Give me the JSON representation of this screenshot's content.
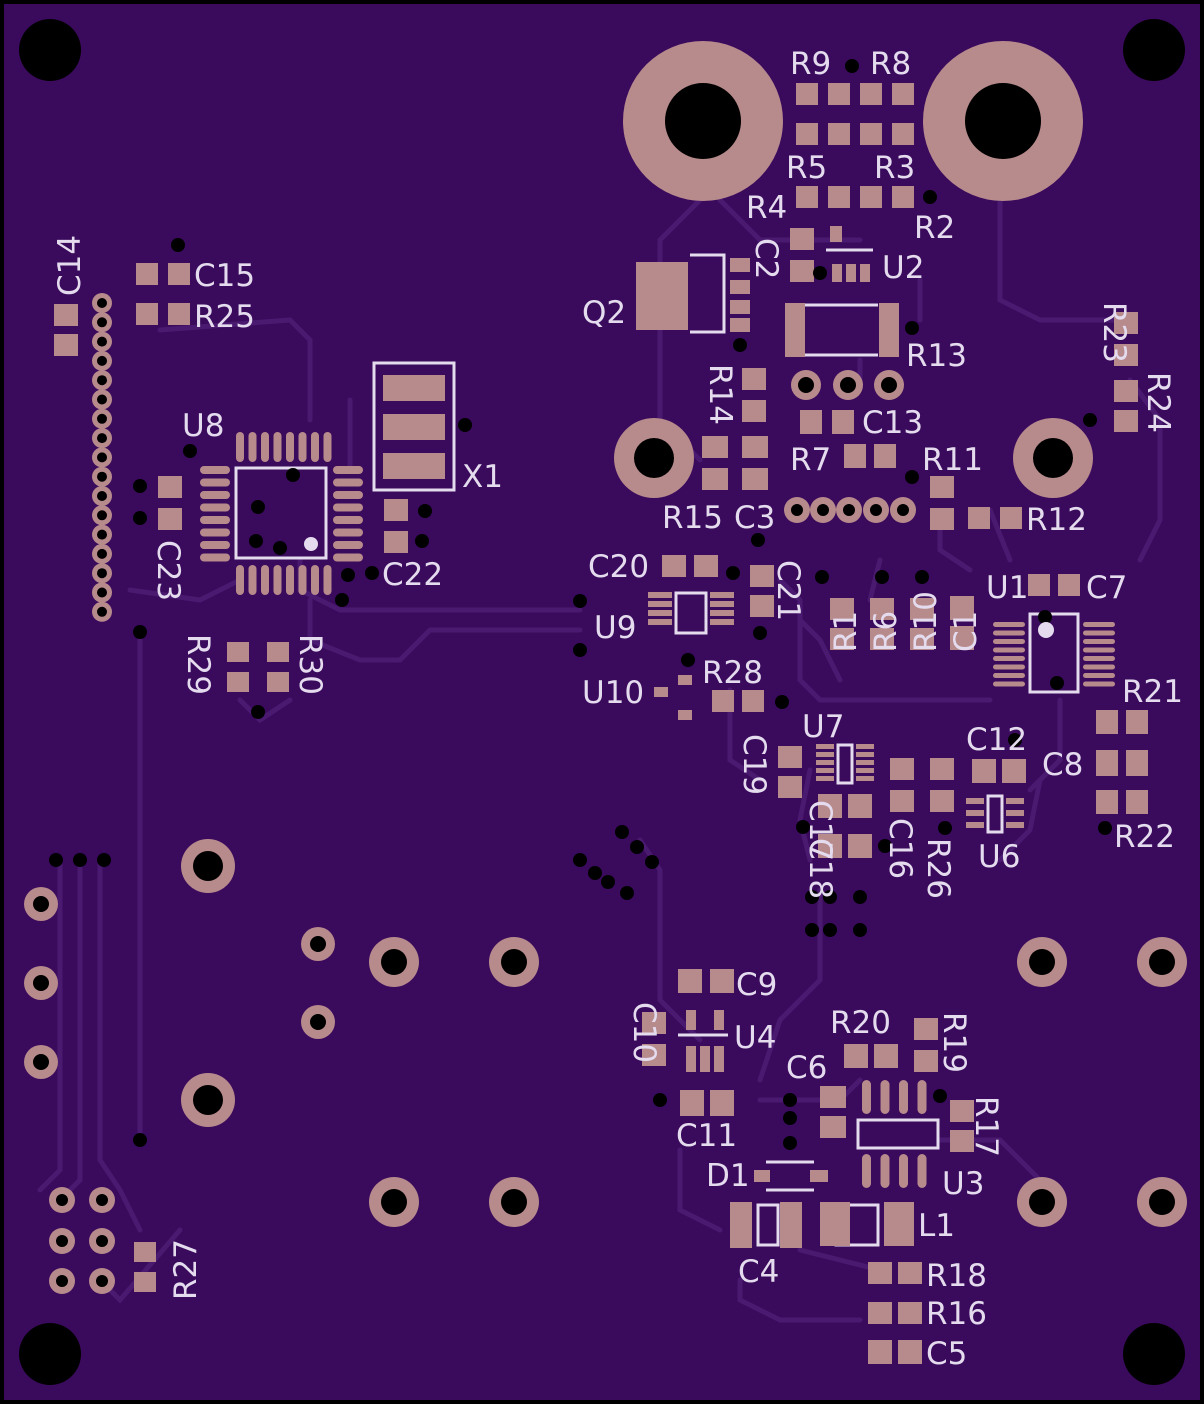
{
  "colors": {
    "board": "#3a0a5c",
    "trace": "#4a1a70",
    "pad": "#b78a8c",
    "silk": "#e4dcee",
    "hole": "#000000"
  },
  "labels": {
    "C14": "C14",
    "C15": "C15",
    "R25": "R25",
    "U8": "U8",
    "X1": "X1",
    "C23": "C23",
    "C22": "C22",
    "R29": "R29",
    "R30": "R30",
    "R27": "R27",
    "R9": "R9",
    "R8": "R8",
    "R5": "R5",
    "R3": "R3",
    "R4": "R4",
    "R2": "R2",
    "C2": "C2",
    "U2": "U2",
    "Q2": "Q2",
    "R13": "R13",
    "R14": "R14",
    "C13": "C13",
    "R7": "R7",
    "R11": "R11",
    "R15": "R15",
    "C3": "C3",
    "R12": "R12",
    "R23": "R23",
    "R24": "R24",
    "C20": "C20",
    "C21": "C21",
    "U9": "U9",
    "U1": "U1",
    "C7": "C7",
    "R1": "R1",
    "R6": "R6",
    "R10": "R10",
    "C1": "C1",
    "U10": "U10",
    "R28": "R28",
    "R21": "R21",
    "U7": "U7",
    "C12": "C12",
    "C8": "C8",
    "C19": "C19",
    "C17": "C17",
    "C18": "C18",
    "C16": "C16",
    "R26": "R26",
    "U6": "U6",
    "R22": "R22",
    "C9": "C9",
    "C10": "C10",
    "U4": "U4",
    "R20": "R20",
    "R19": "R19",
    "C6": "C6",
    "R17": "R17",
    "C11": "C11",
    "D1": "D1",
    "U3": "U3",
    "L1": "L1",
    "C4": "C4",
    "R18": "R18",
    "R16": "R16",
    "C5": "C5"
  }
}
